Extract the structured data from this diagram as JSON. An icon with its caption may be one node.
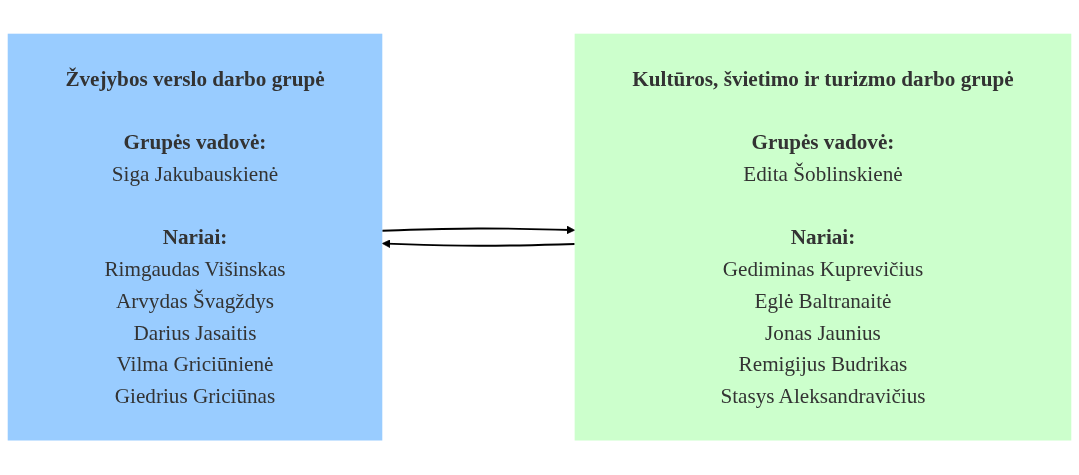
{
  "diagram": {
    "nodes": [
      {
        "text": [
          "Žvejybos verslo darbo grupė",
          "Grupės vadovė:",
          "Siga Jakubauskienė",
          "Nariai:",
          "Rimgaudas Višinskas",
          "Arvydas Švagždys",
          "Darius Jasaitis",
          "Vilma Griciūnienė",
          "Giedrius Griciūnas"
        ]
      },
      {
        "text": [
          "Kultūros, švietimo ir turizmo darbo grupė",
          "Grupės vadovė:",
          "Edita Šoblinskienė",
          "Nariai:",
          "Gediminas Kuprevičius",
          "Eglė Baltranaitė",
          "Jonas Jaunius",
          "Remigijus Budrikas",
          "Stasys Aleksandravičius"
        ]
      }
    ],
    "edges": [
      {
        "from": 0,
        "to": 1,
        "arrow": "to"
      },
      {
        "from": 1,
        "to": 0,
        "arrow": "to"
      }
    ]
  }
}
